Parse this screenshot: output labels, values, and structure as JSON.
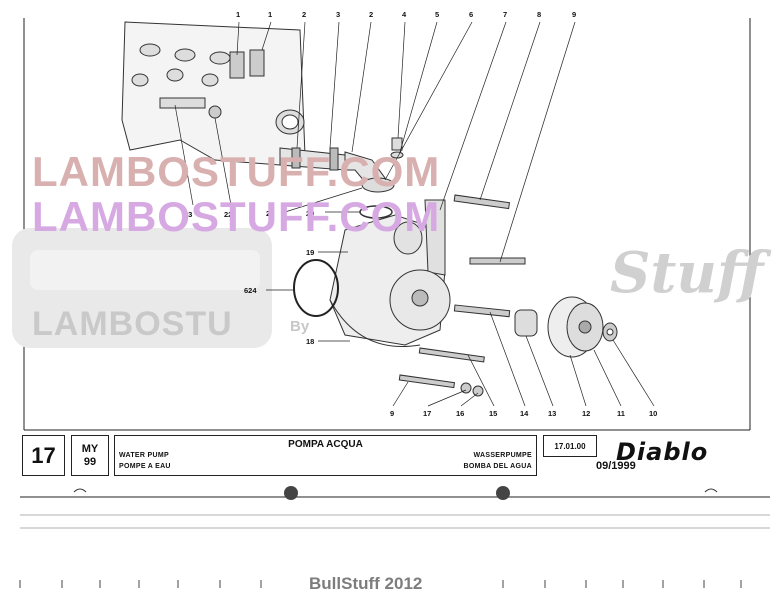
{
  "watermarks": {
    "line1": "LAMBOSTUFF.COM",
    "line2": "LAMBOSTUFF.COM",
    "line3": "LAMBOSTU",
    "line4": "By",
    "line5": "Stuff"
  },
  "callouts": {
    "top": [
      "1",
      "1",
      "2",
      "3",
      "2",
      "4",
      "5",
      "6",
      "7",
      "8",
      "9"
    ],
    "left": [
      "23",
      "22",
      "21",
      "20",
      "19",
      "624",
      "18"
    ],
    "bottom": [
      "9",
      "17",
      "16",
      "15",
      "14",
      "13",
      "12",
      "11",
      "10"
    ]
  },
  "title_block": {
    "page": "17",
    "model_top": "MY",
    "model_bottom": "99",
    "title_it": "POMPA ACQUA",
    "title_en": "WATER PUMP",
    "title_fr": "POMPE A EAU",
    "title_de": "WASSERPUMPE",
    "title_es": "BOMBA DEL AGUA",
    "date_code": "17.01.00",
    "brand": "Diablo",
    "edition": "09/1999"
  },
  "footer": {
    "credit": "BullStuff 2012"
  },
  "colors": {
    "line": "#222222",
    "watermark_red": "#d9b0b0",
    "watermark_purple": "#d7a9e3",
    "credit_grey": "#7d7d7d"
  }
}
